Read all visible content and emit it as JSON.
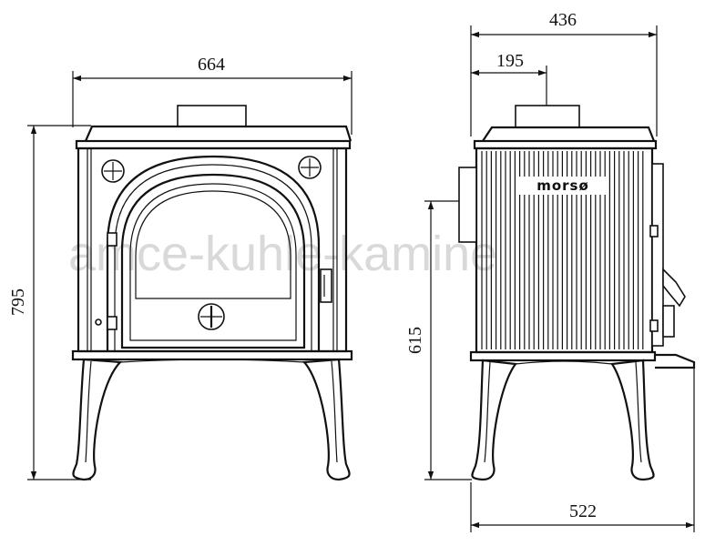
{
  "front_view": {
    "width_label": "664",
    "height_label": "795"
  },
  "side_view": {
    "depth_label": "436",
    "flue_offset_label": "195",
    "door_height_label": "615",
    "total_depth_label": "522",
    "logo": "morsø"
  },
  "watermark": "amce-kuhle-kamine"
}
